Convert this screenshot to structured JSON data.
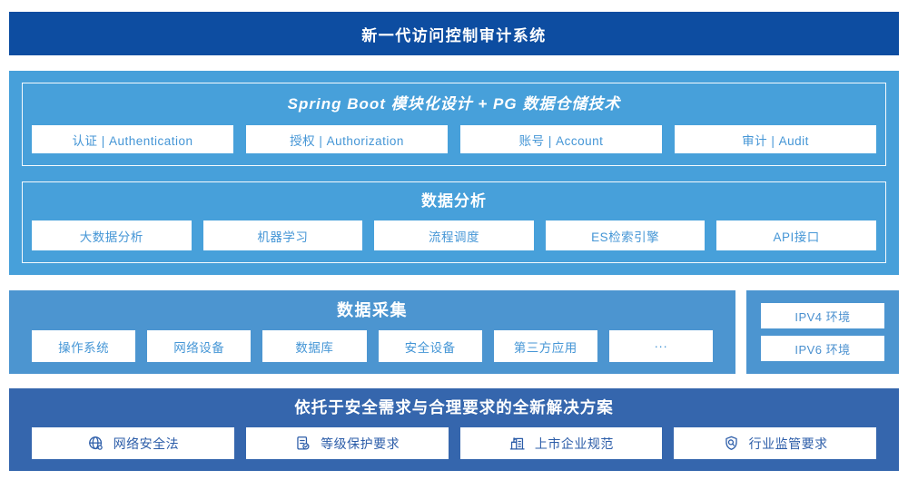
{
  "banner": {
    "title": "新一代访问控制审计系统",
    "bg": "#0D4DA1"
  },
  "platform": {
    "bg": "#47A0DA",
    "modules": {
      "title": "Spring Boot 模块化设计 + PG 数据仓储技术",
      "items": [
        "认证 | Authentication",
        "授权 | Authorization",
        "账号 | Account",
        "审计 | Audit"
      ]
    },
    "analysis": {
      "title": "数据分析",
      "items": [
        "大数据分析",
        "机器学习",
        "流程调度",
        "ES检索引擎",
        "API接口"
      ]
    }
  },
  "collection": {
    "bg": "#4C95D0",
    "title": "数据采集",
    "items": [
      "操作系统",
      "网络设备",
      "数据库",
      "安全设备",
      "第三方应用",
      "···"
    ],
    "environments": [
      "IPV4 环境",
      "IPV6 环境"
    ]
  },
  "solution": {
    "bg": "#3566AD",
    "title": "依托于安全需求与合理要求的全新解决方案",
    "items": [
      {
        "icon": "globe-icon",
        "label": "网络安全法"
      },
      {
        "icon": "document-check-icon",
        "label": "等级保护要求"
      },
      {
        "icon": "building-icon",
        "label": "上市企业规范"
      },
      {
        "icon": "shield-search-icon",
        "label": "行业监管要求"
      }
    ]
  },
  "colors": {
    "box_text_light": "#4596D6",
    "box_text_dark": "#2B5CA8",
    "panel_border": "#FFFFFF"
  }
}
